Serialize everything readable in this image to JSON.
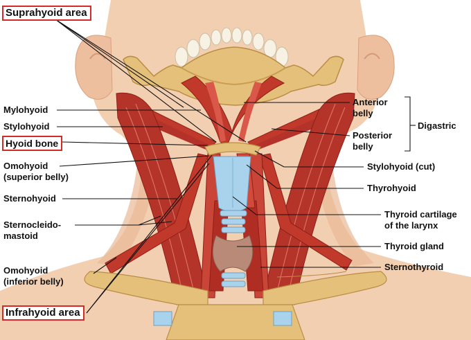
{
  "labels": {
    "suprahyoid_area": "Suprahyoid area",
    "mylohyoid": "Mylohyoid",
    "stylohyoid": "Stylohyoid",
    "hyoid_bone": "Hyoid bone",
    "omohyoid_sup": [
      "Omohyoid",
      "(superior belly)"
    ],
    "sternohyoid": "Sternohyoid",
    "sternocleidomastoid": [
      "Sternocleido-",
      "mastoid"
    ],
    "omohyoid_inf": [
      "Omohyoid",
      "(inferior belly)"
    ],
    "infrahyoid_area": "Infrahyoid area",
    "anterior_belly": [
      "Anterior",
      "belly"
    ],
    "posterior_belly": [
      "Posterior",
      "belly"
    ],
    "digastric": "Digastric",
    "stylohyoid_cut": "Stylohyoid (cut)",
    "thyrohyoid": "Thyrohyoid",
    "thyroid_cartilage": [
      "Thyroid cartilage",
      "of the larynx"
    ],
    "thyroid_gland": "Thyroid gland",
    "sternothyroid": "Sternothyroid"
  },
  "colors": {
    "skin": "#f3cfb1",
    "skin_shadow": "#e2b492",
    "muscle": "#c0392b",
    "muscle_dark": "#8e1f17",
    "muscle_light": "#d9584a",
    "bone": "#e5c07a",
    "bone_dark": "#b98d44",
    "cartilage": "#a9d3ec",
    "gland": "#b98a78",
    "highlight_box": "#d42a2a"
  }
}
